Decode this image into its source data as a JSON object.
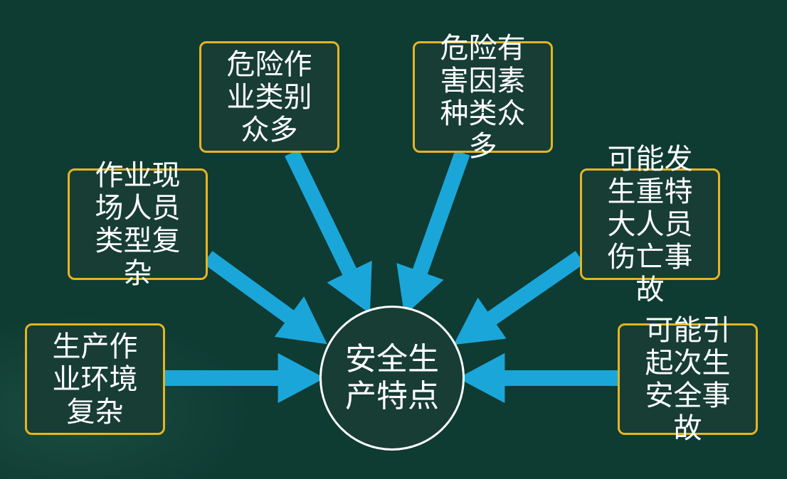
{
  "colors": {
    "background": "#0e3b32",
    "box_border": "#e6b422",
    "box_fill": "#173d35",
    "arrow": "#1ba6d9",
    "center_border": "#ffffff"
  },
  "center": {
    "label": "安全生产特点"
  },
  "nodes": [
    {
      "label": "生产作业环境复杂"
    },
    {
      "label": "作业现场人员类型复杂"
    },
    {
      "label": "危险作业类别众多"
    },
    {
      "label": "危险有害因素种类众多"
    },
    {
      "label": "可能发生重特大人员伤亡事故"
    },
    {
      "label": "可能引起次生安全事故"
    }
  ]
}
